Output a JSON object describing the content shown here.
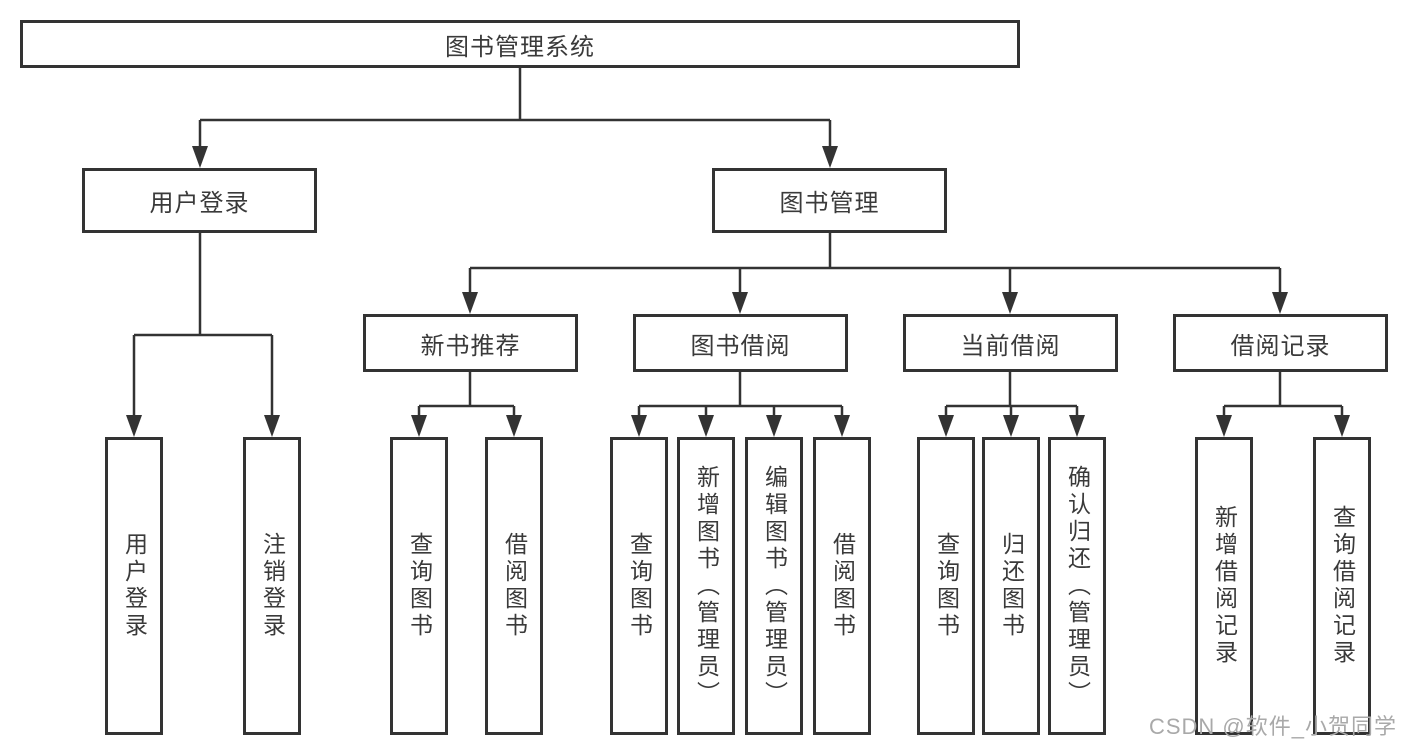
{
  "title": {
    "label": "图书管理系统"
  },
  "branches": {
    "login": {
      "label": "用户登录",
      "children": [
        "用户登录",
        "注销登录"
      ]
    },
    "management": {
      "label": "图书管理",
      "sections": [
        {
          "label": "新书推荐",
          "children": [
            "查询图书",
            "借阅图书"
          ]
        },
        {
          "label": "图书借阅",
          "children": [
            "查询图书",
            "新增图书（管理员）",
            "编辑图书（管理员）",
            "借阅图书"
          ]
        },
        {
          "label": "当前借阅",
          "children": [
            "查询图书",
            "归还图书",
            "确认归还（管理员）"
          ]
        },
        {
          "label": "借阅记录",
          "children": [
            "新增借阅记录",
            "查询借阅记录"
          ]
        }
      ]
    }
  },
  "watermark": {
    "text": "CSDN @软件_小贺同学"
  },
  "colors": {
    "line": "#333333",
    "text": "#3a3a3a",
    "background": "#ffffff",
    "watermark": "#a9a9a9"
  }
}
